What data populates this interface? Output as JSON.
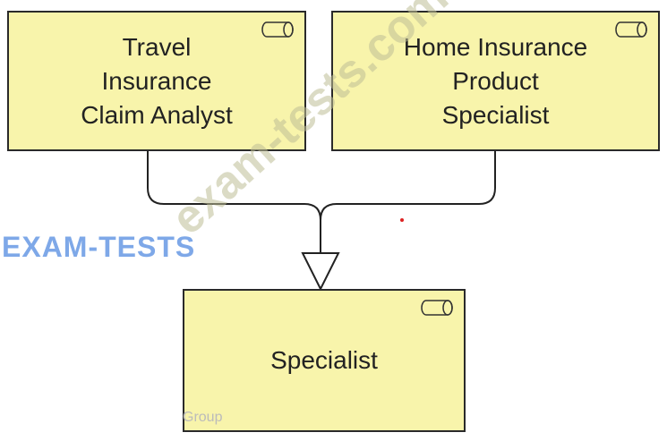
{
  "elements": [
    {
      "label_lines": [
        "Travel",
        "Insurance",
        "Claim Analyst"
      ],
      "type": "business-role"
    },
    {
      "label_lines": [
        "Home Insurance",
        "Product",
        "Specialist"
      ],
      "type": "business-role"
    },
    {
      "label_lines": [
        "Specialist"
      ],
      "type": "business-role"
    }
  ],
  "relationship": "specialization",
  "group_label": "Group",
  "watermarks": {
    "logo": "EXAM-TESTS",
    "diagonal": "exam-tests.com"
  },
  "colors": {
    "fill": "#f8f4ab",
    "stroke": "#2a2a2a"
  }
}
